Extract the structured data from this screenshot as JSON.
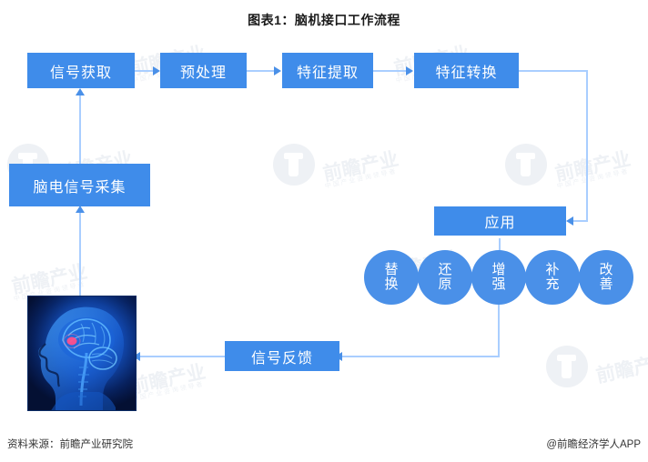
{
  "chart": {
    "title": "图表1：脑机接口工作流程",
    "type": "flow-diagram"
  },
  "colors": {
    "box_fill": "#3f8cea",
    "circle_fill": "#4a90e8",
    "line": "#a9ceff",
    "arrow": "#4a90e8",
    "text": "#ffffff",
    "watermark": "#eef1f5"
  },
  "pipeline": {
    "step_1": "信号获取",
    "step_2": "预处理",
    "step_3": "特征提取",
    "step_4": "特征转换"
  },
  "nodes": {
    "acquisition": "脑电信号采集",
    "application": "应用",
    "feedback": "信号反馈"
  },
  "outcomes": [
    {
      "line1": "替",
      "line2": "换"
    },
    {
      "line1": "还",
      "line2": "原"
    },
    {
      "line1": "增",
      "line2": "强"
    },
    {
      "line1": "补",
      "line2": "充"
    },
    {
      "line1": "改",
      "line2": "善"
    }
  ],
  "image": {
    "subject": "human-head-brain-scan"
  },
  "watermark": {
    "text": "前瞻产业",
    "sub": "中国产业咨询领导者"
  },
  "footer": {
    "source": "资料来源：前瞻产业研究院",
    "attribution": "@前瞻经济学人APP"
  }
}
